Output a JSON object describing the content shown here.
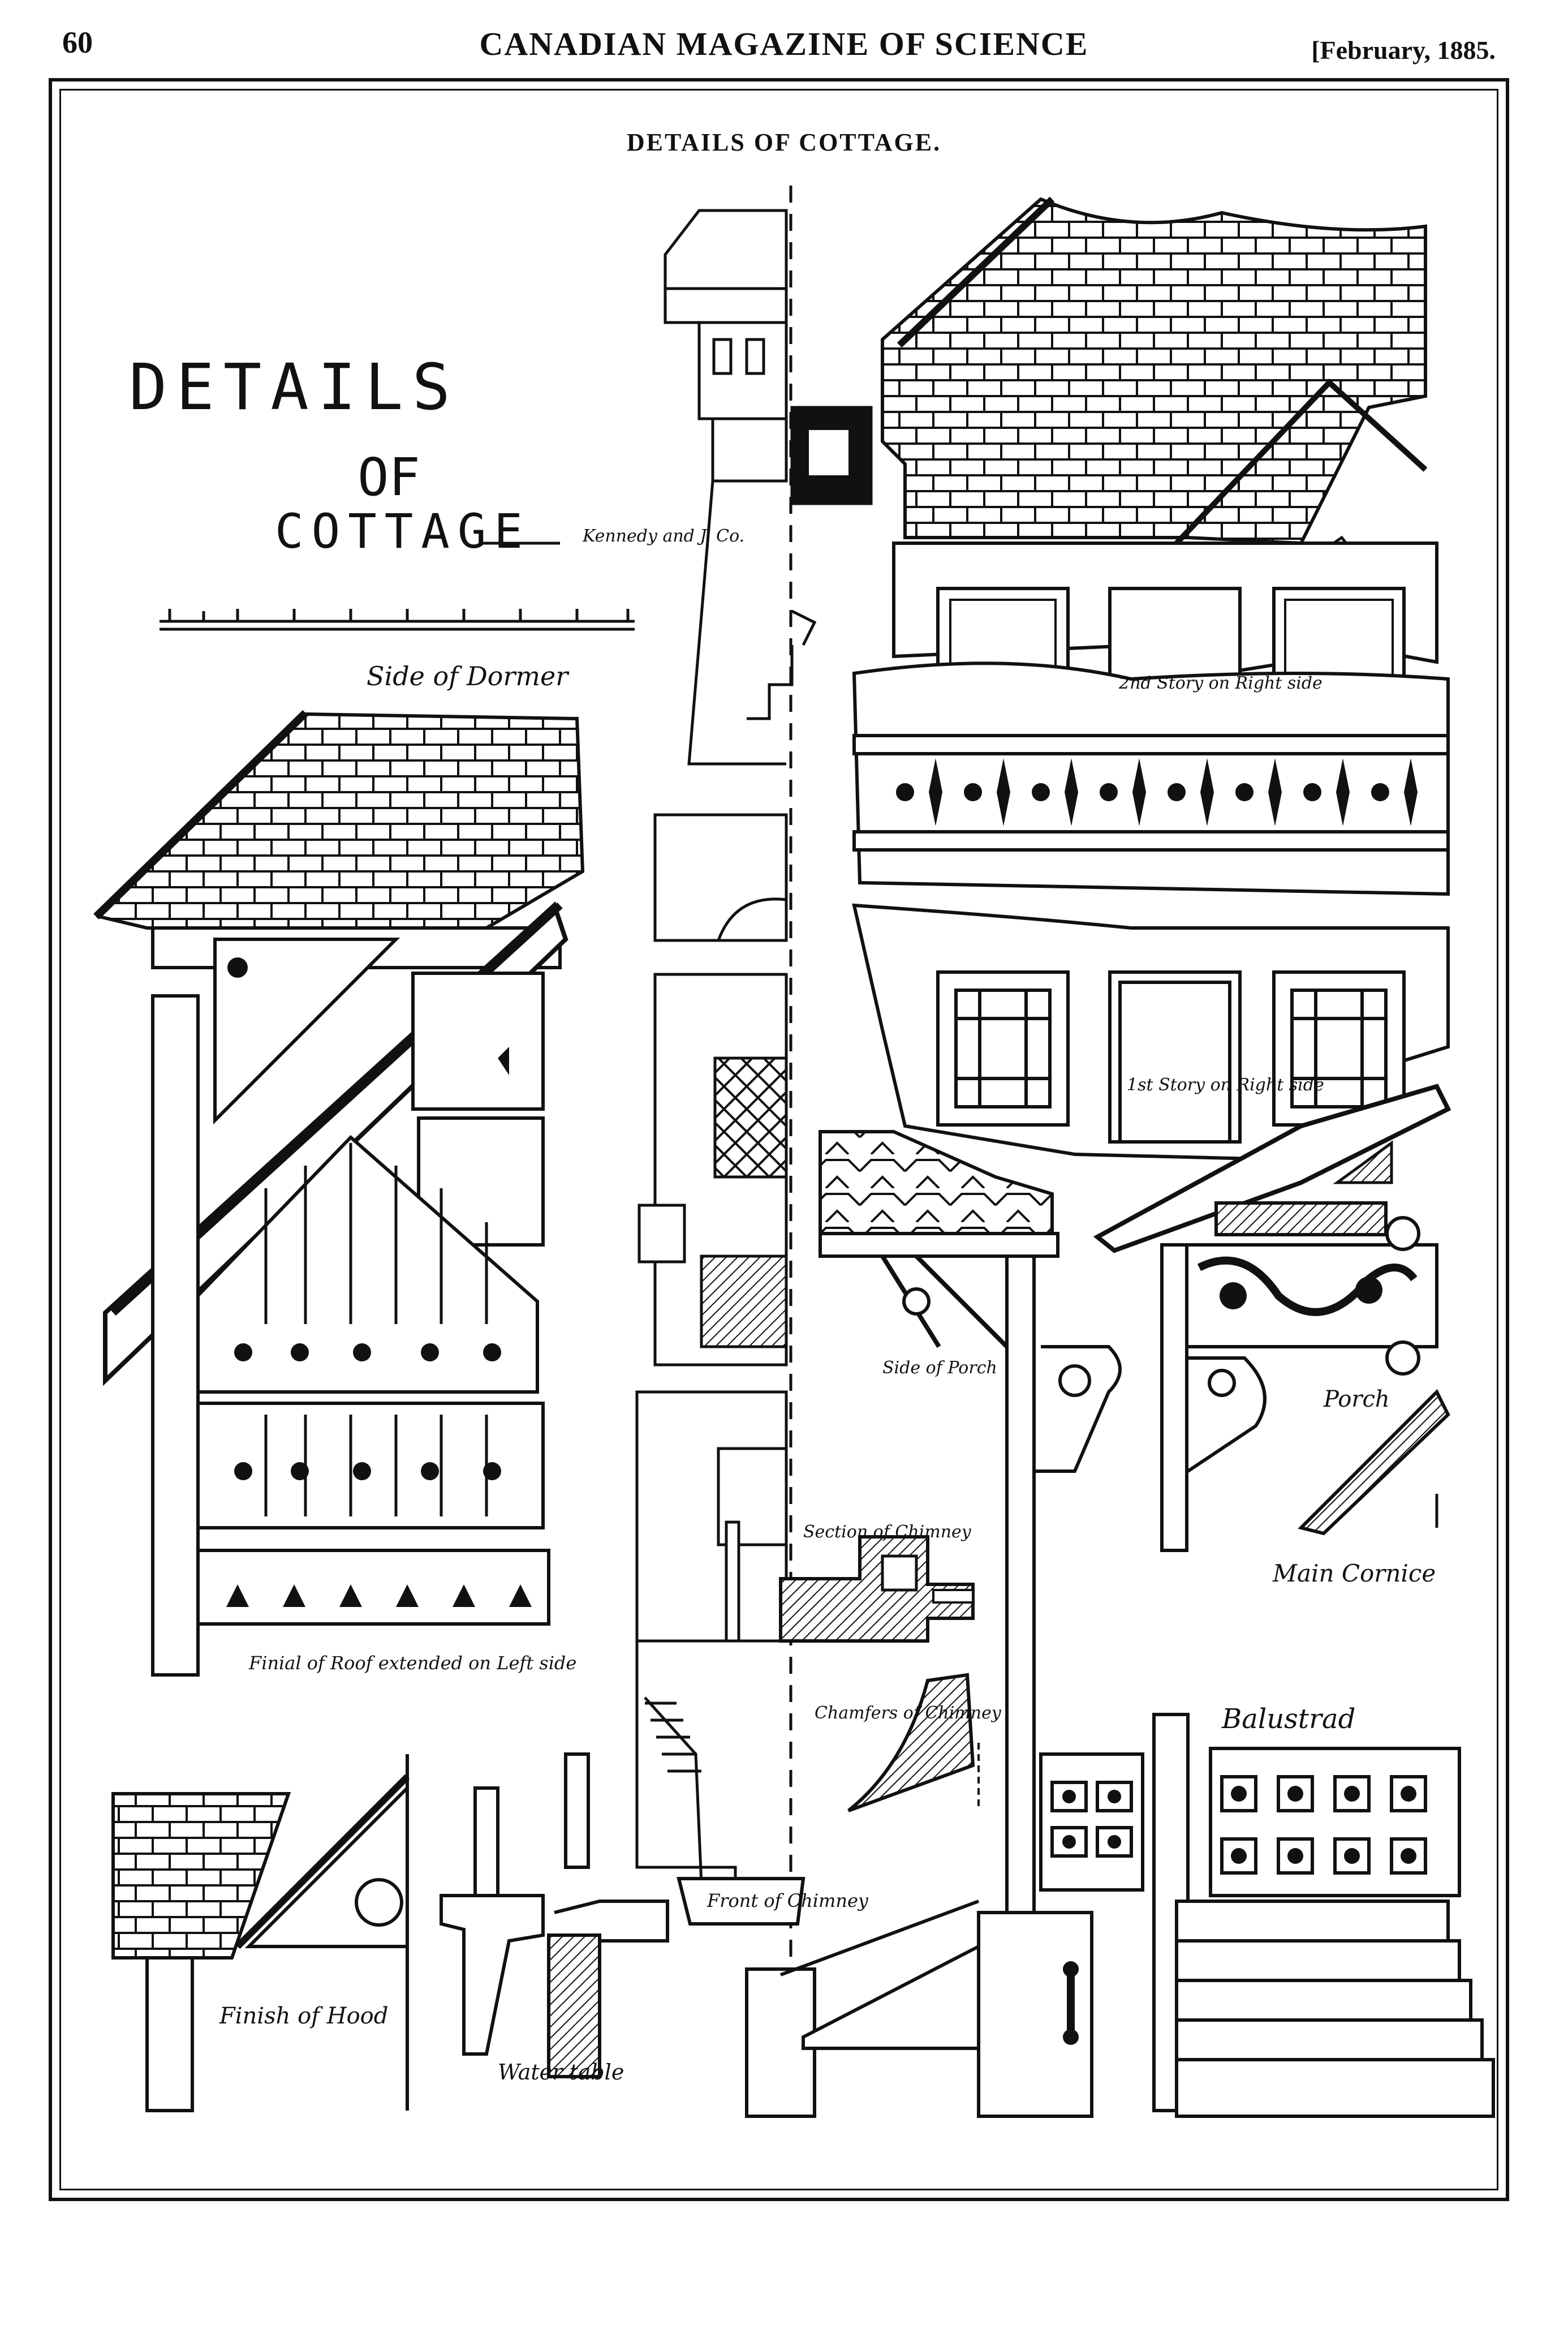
{
  "header": {
    "page_number": "60",
    "magazine_title": "CANADIAN MAGAZINE OF SCIENCE",
    "issue_date": "[February, 1885."
  },
  "plate": {
    "title": "DETAILS OF COTTAGE.",
    "drawn_title": {
      "line1": "DETAILS",
      "line2": "OF",
      "line3": "COTTAGE"
    },
    "signature": "Kennedy and J. Co.",
    "annotations": {
      "side_of_dormer": "Side of Dormer",
      "second_story": "2nd Story on Right side",
      "first_story": "1st Story on Right side",
      "side_of_porch": "Side of Porch",
      "porch": "Porch",
      "main_cornice": "Main Cornice",
      "section_chimney": "Section of Chimney",
      "chamfers_chimney": "Chamfers of Chimney",
      "finial_roof": "Finial of Roof extended on Left side",
      "balustrade": "Balustrad",
      "front_chimney": "Front of Chimney",
      "finish_hood": "Finish of Hood",
      "water_table": "Water table"
    }
  },
  "colors": {
    "ink": "#111111",
    "paper": "#ffffff"
  }
}
